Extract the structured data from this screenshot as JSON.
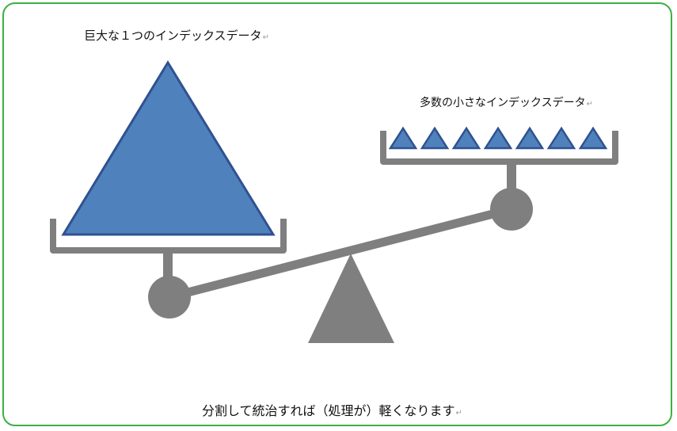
{
  "labels": {
    "large_index": "巨大な１つのインデックスデータ",
    "small_indexes": "多数の小さなインデックスデータ",
    "caption": "分割して統治すれば（処理が）軽くなります"
  },
  "paragraph_mark": "↵",
  "colors": {
    "frame": "#3cb043",
    "gray": "#7f7f7f",
    "triangle_fill": "#4f81bd",
    "triangle_stroke": "#2f528f"
  },
  "small_triangle_count": 7
}
